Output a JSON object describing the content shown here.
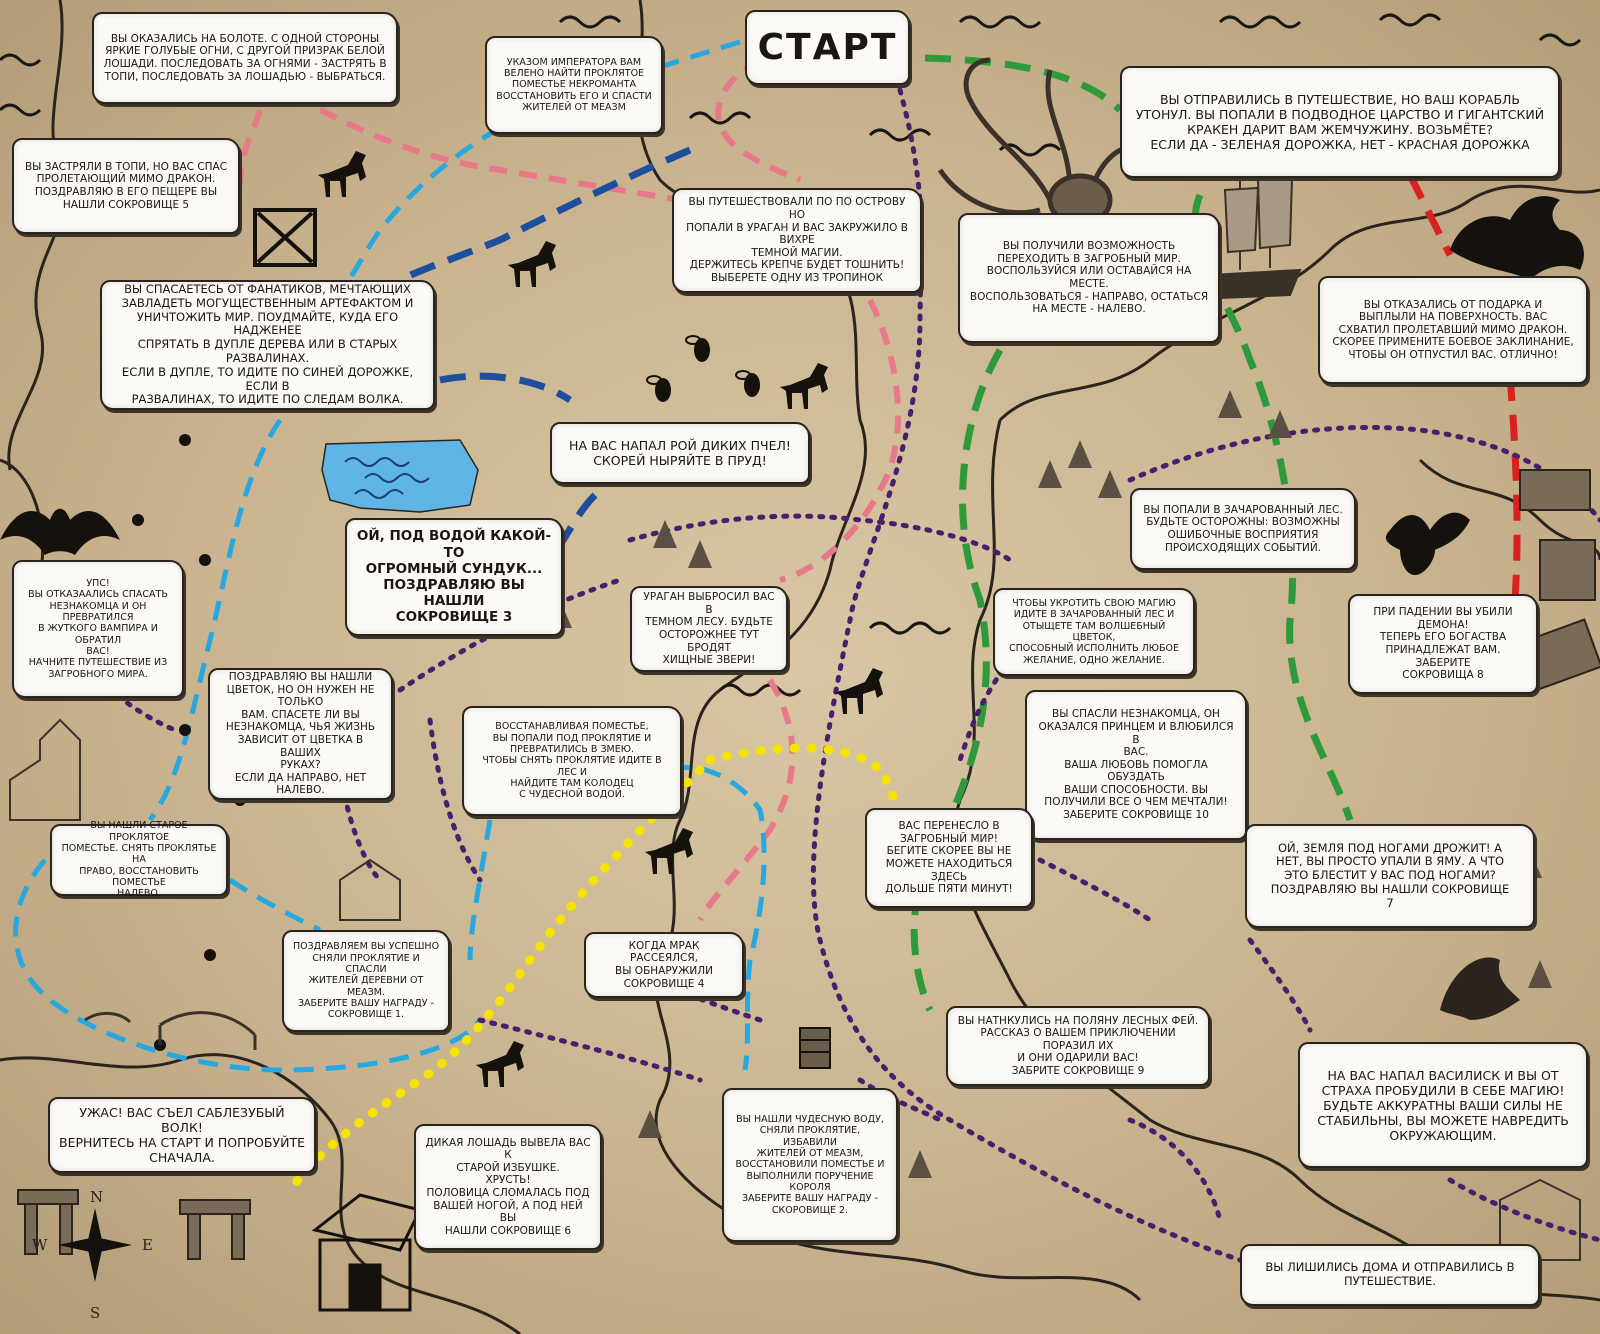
{
  "start": "Старт",
  "compass": {
    "n": "N",
    "s": "S",
    "w": "W",
    "e": "E"
  },
  "boxes": {
    "swamp": "Вы оказались на болоте. С одной стороны\nяркие голубые огни, с другой призрак белой\nлошади. Последовать за огнями - застрять в\nтопи, последовать за лошадью - выбраться.",
    "decree": "Указом императора вам\nвелено найти проклятое\nпоместье некроманта\nвосстановить его и спасти\nжителей от меазм",
    "shipwreck": "Вы отправились в путешествие, но ваш корабль\nутонул. Вы попали в подводное царство и гигантский\nкракен дарит вам жемчужину. Возьмёте?\nЕсли да - зеленая дорожка, нет - красная дорожка",
    "stuck": "Вы застряли в топи, но вас спас\nпролетающий мимо дракон.\nПоздравляю в его пещере вы\nнашли сокровище 5",
    "island": "Вы путешествовали по по острову но\nпопали в ураган и вас закружило в вихре\nтемной магии.\nДержитесь крепче будет тошнить!\nВыберете одну из тропинок",
    "afterlife": "Вы получили возможность\nпереходить в загробный мир.\nВоспользуйся или оставайся на\nместе.\nВоспользоваться - направо, остаться\nна месте - налево.",
    "refused": "Вы отказались от подарка и\nвыплыли на поверхность. Вас\nсхватил пролетавший мимо дракон.\nСкорее примените боевое заклинание,\nчтобы он отпустил вас. Отлично!",
    "fanatics": "Вы спасаетесь от фанатиков, мечтающих\nзавладеть могущественным артефактом и\nуничтожить мир. Поудмайте, куда его надженее\nспрятать в дупле дерева или в старых развалинах.\nЕсли в дупле, то идите по синей дорожке, если в\nразвалинах, то идите по следам волка.",
    "bees": "На вас напал рой диких пчел!\nСкорей ныряйте в пруд!",
    "chest": "Ой, под водой какой-то\nогромный сундук...\nПоздравляю вы нашли\nсокровище 3",
    "enchanted": "Вы попали в Зачарованный лес.\nБудьте осторожны: возможны\nошибочные восприятия\nпроисходящих событий.",
    "vampire": "Упс!\nВы отказаались спасать\nнезнакомца и он превратился\nв жуткого вампира и обратил\nвас!\nНачните путешествие из\nзагробного мира.",
    "hurricane": "Ураган выбросил вас в\nтемном лесу. Будьте\nосторожнее тут бродят\nхищные звери!",
    "tame": "Чтобы укротить свою магию\nидите в зачарованный лес и\nотыщете там волшебный цветок,\nспособный исполнить любое\nжелание, одно желание.",
    "demon": "При падении вы убили\nдемона!\nТеперь его богаства\nпринадлежат вам. Заберите\nсокровища 8",
    "flower": "Поздравляю вы нашли\nцветок, но он нужен не только\nвам. Спасете ли вы\nнезнакомца, чья жизнь\nзависит от цветка в ваших\nруках?\nЕсли да направо, нет налево.",
    "snake": "Восстанавливая поместье,\nвы попали под проклятие и\nпревратились в змею.\nЧтобы снять проклятие идите в лес и\nнайдите там колодец\nс чудесной водой.",
    "prince": "Вы спасли незнакомца, он\nоказался принцем и влюбился в\nвас.\nВаша любовь помогла обуздать\nваши способности. Вы\nполучили все о чем мечтали!\nЗаберите сокровище 10",
    "old_estate": "Вы нашли старое проклятое\nпоместье. Снять проклятье на\nправо, восстановить поместье\nналево.",
    "transported": "Вас перенесло в\nзагробный мир!\nБегите скорее вы не\nможете находиться здесь\nдольше пяти минут!",
    "pit": "Ой, земля под ногами дрожит! А\nнет, вы просто упали в яму. А что\nэто блестит у вас под ногами?\nПоздравляю вы нашли сокровище\n7",
    "lifted": "Поздравляем вы успешно\nсняли проклятие и спасли\nжителей деревни от меазм.\nЗаберите вашу награду -\nсокровище 1.",
    "darkness": "Когда мрак рассеялся,\nвы обнаружили\nсокровище 4",
    "fairies": "Вы натнкулись на поляну лесных фей.\nРассказ о вашем приключении поразил их\nи они одарили вас!\nЗабрите сокровище 9",
    "basilisk": "На вас напал василиск и вы от\nстраха пробудили в себе магию!\nБудьте аккуратны ваши силы не\nстабильны, вы можете навредить\nокружающим.",
    "wolf": "Ужас! Вас съел саблезубый волк!\nВернитесь на старт и попробуйте\nсначала.",
    "horse": "Дикая лошадь вывела вас к\nстарой избушке.\nХрусть!\nПоловица сломалась под\nвашей ногой, а под ней вы\nнашли сокровище 6",
    "water": "Вы нашли чудесную воду,\nсняли проклятие, избавили\nжителей от меазм,\nвосстановили поместье и\nвыполнили поручение\nкороля\nЗаберите вашу награду -\nскоровище 2.",
    "homeless": "Вы лишились дома и отправились в\nпутешествие."
  },
  "colors": {
    "parchment": "#cdb894",
    "border": "#2b241c",
    "green_path": "#2e9a3a",
    "red_path": "#d9211f",
    "pink_path": "#e8798a",
    "lightblue_path": "#29a8e0",
    "darkblue_path": "#1d4f9c",
    "purple_path": "#4a1e6b",
    "yellow_path": "#f4e400",
    "pond": "#5fb5e6"
  }
}
